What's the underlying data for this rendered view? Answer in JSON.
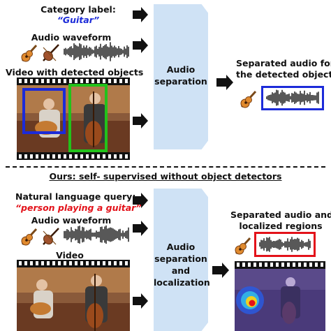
{
  "top": {
    "category_label_title": "Category label:",
    "category_label_value": "“Guitar”",
    "audio_waveform_label": "Audio waveform",
    "video_label": "Video with detected objects",
    "process_label_line1": "Audio",
    "process_label_line2": "separation",
    "output_label_line1": "Separated audio for",
    "output_label_line2": "the detected object",
    "box_colors": {
      "left": "#1c2bd9",
      "right": "#22c21a",
      "output": "#1c2bd9"
    }
  },
  "divider_title": "Ours: self- supervised without object detectors",
  "bottom": {
    "query_title": "Natural language query:",
    "query_value": "“person playing a guitar”",
    "audio_waveform_label": "Audio waveform",
    "video_label": "Video",
    "process_label_line1": "Audio",
    "process_label_line2": "separation",
    "process_label_line3": "and",
    "process_label_line4": "localization",
    "output_label_line1": "Separated audio and",
    "output_label_line2": "localized regions",
    "box_colors": {
      "output": "#e3121a"
    }
  },
  "colors": {
    "process_fill": "#cfe2f5",
    "blue": "#1c2bd9",
    "red": "#e3121a",
    "green": "#22c21a"
  },
  "icons": [
    "guitar-icon",
    "violin-icon",
    "waveform-icon",
    "arrow-right-icon",
    "film-strip-icon"
  ]
}
